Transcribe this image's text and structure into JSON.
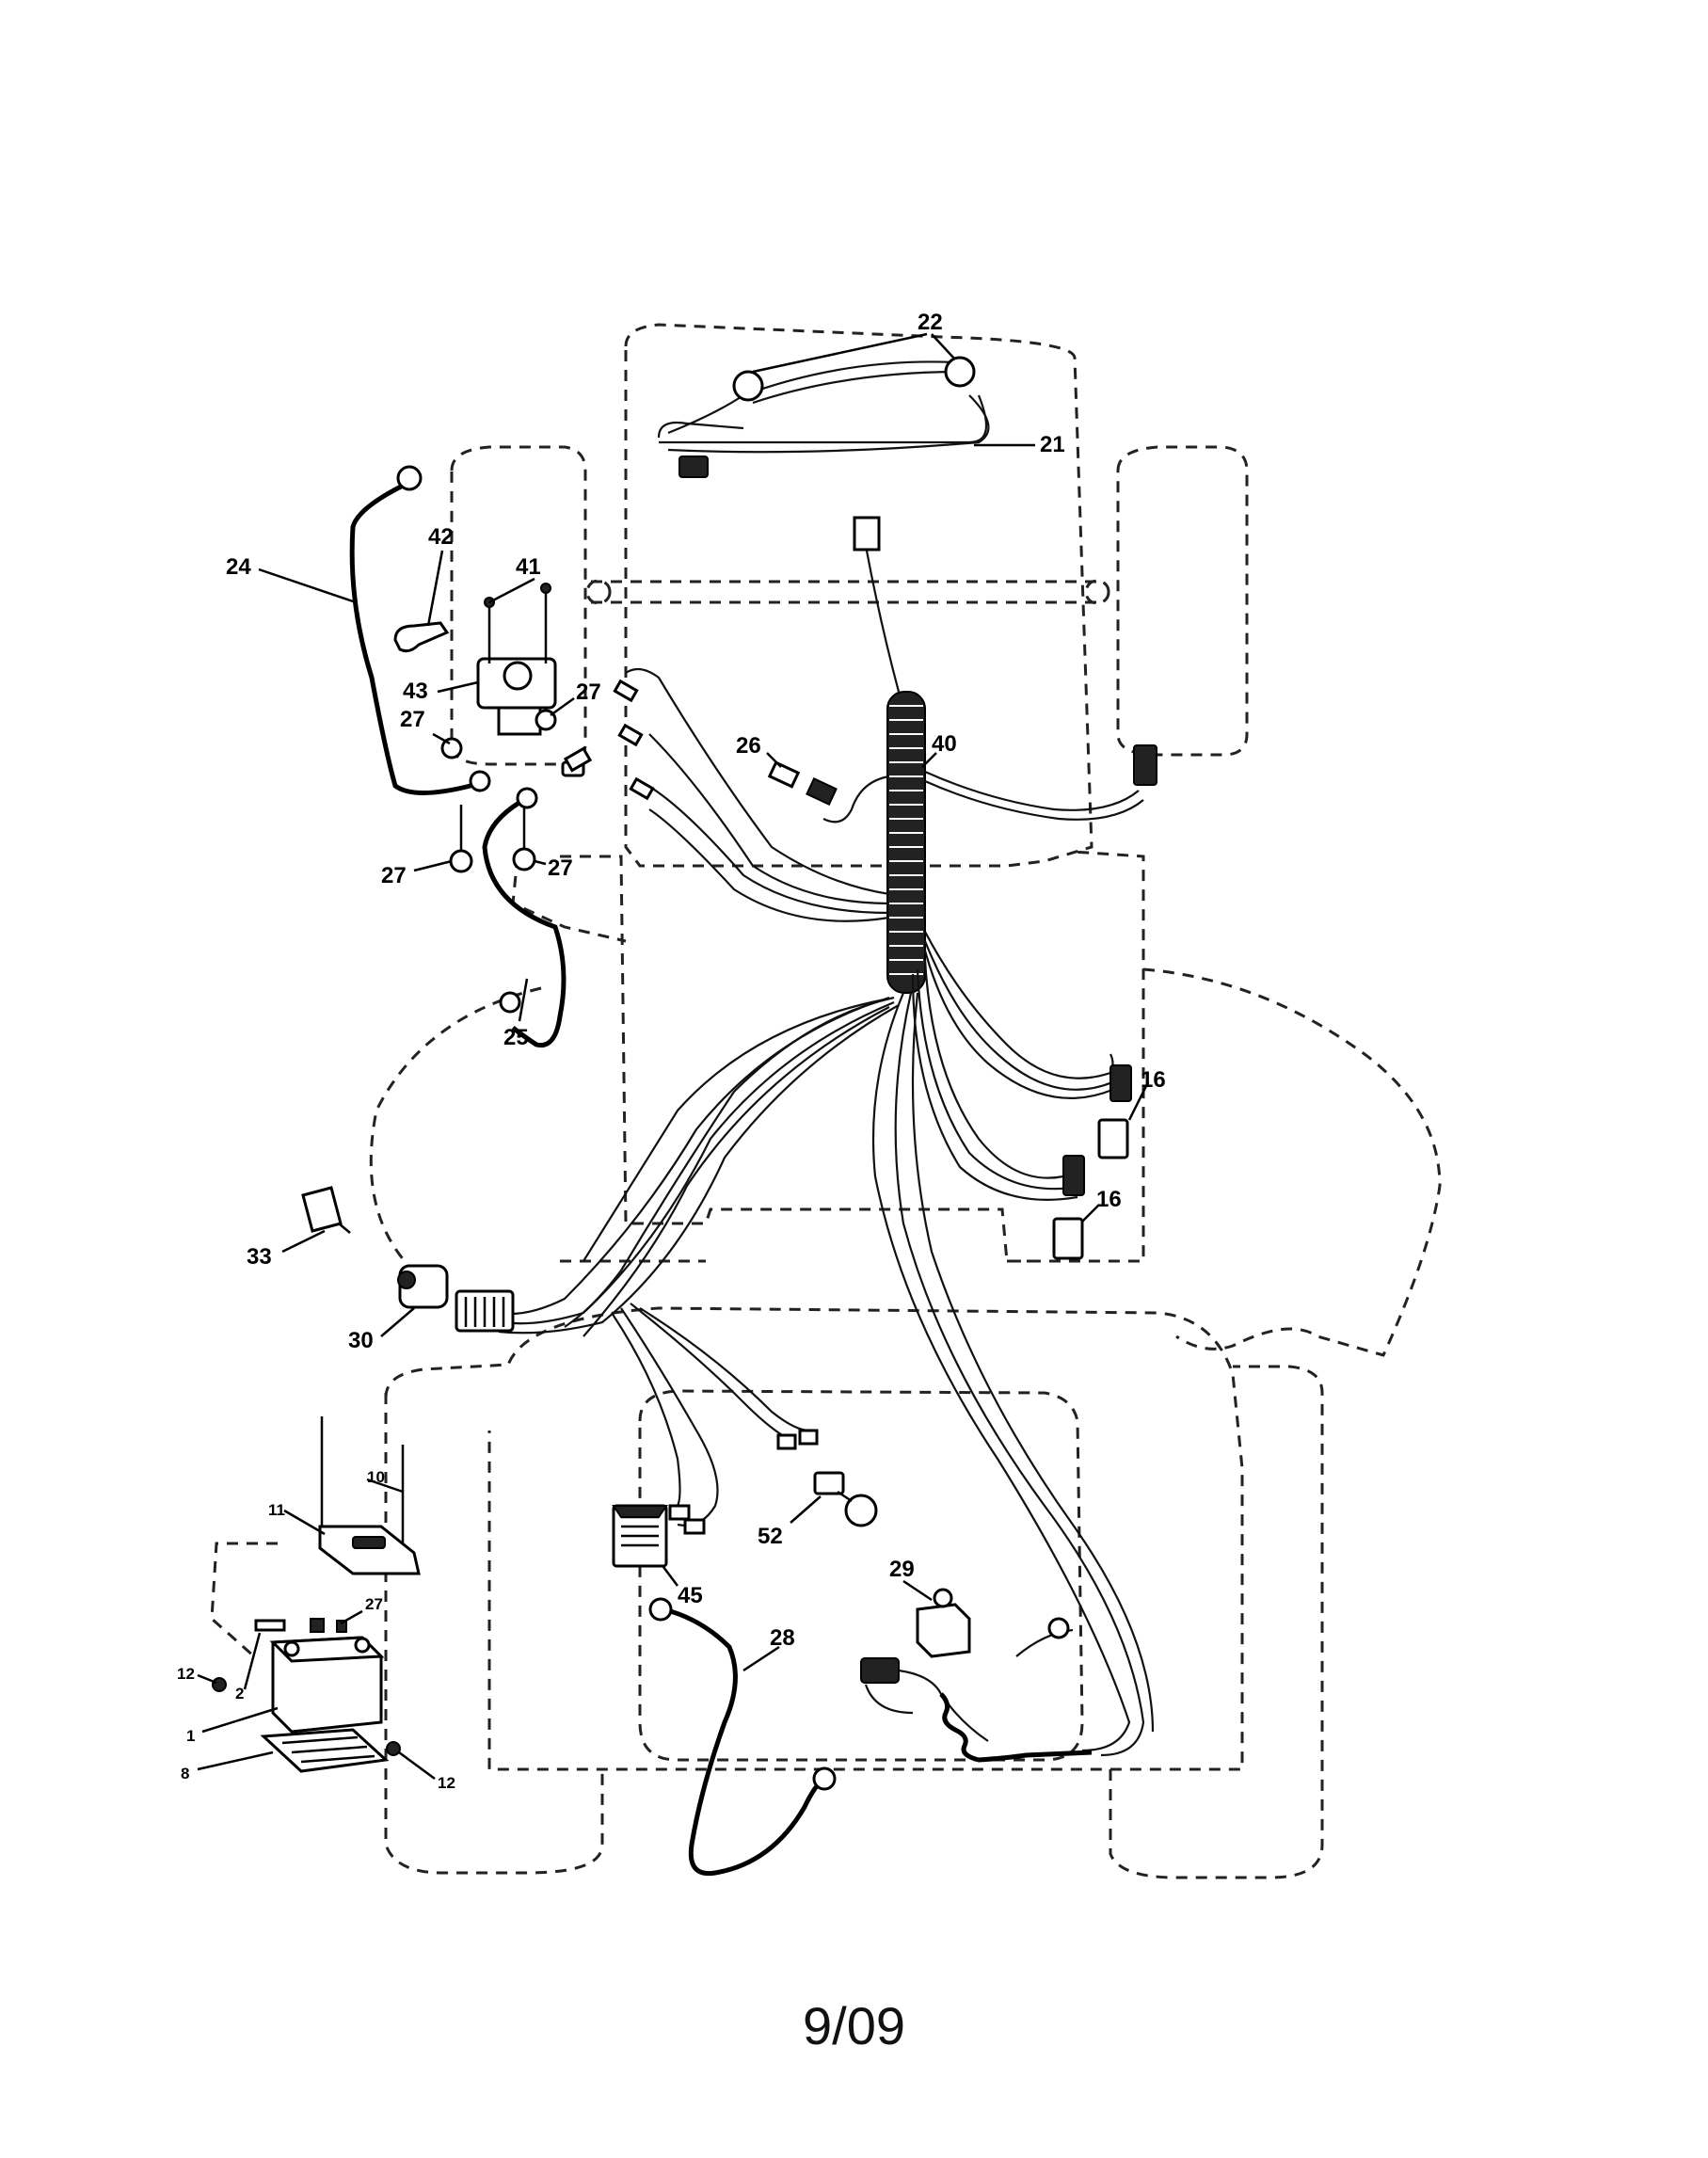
{
  "callouts": [
    {
      "id": "c22",
      "text": "22"
    },
    {
      "id": "c21",
      "text": "21"
    },
    {
      "id": "c24",
      "text": "24"
    },
    {
      "id": "c42",
      "text": "42"
    },
    {
      "id": "c41",
      "text": "41"
    },
    {
      "id": "c43",
      "text": "43"
    },
    {
      "id": "c27a",
      "text": "27"
    },
    {
      "id": "c27b",
      "text": "27"
    },
    {
      "id": "c27c",
      "text": "27"
    },
    {
      "id": "c27d",
      "text": "27"
    },
    {
      "id": "c26",
      "text": "26"
    },
    {
      "id": "c40",
      "text": "40"
    },
    {
      "id": "c25",
      "text": "25"
    },
    {
      "id": "c16a",
      "text": "16"
    },
    {
      "id": "c16b",
      "text": "16"
    },
    {
      "id": "c33",
      "text": "33"
    },
    {
      "id": "c30",
      "text": "30"
    },
    {
      "id": "c10",
      "text": "10"
    },
    {
      "id": "c11",
      "text": "11"
    },
    {
      "id": "c27e",
      "text": "27"
    },
    {
      "id": "c12a",
      "text": "12"
    },
    {
      "id": "c2",
      "text": "2"
    },
    {
      "id": "c1",
      "text": "1"
    },
    {
      "id": "c8",
      "text": "8"
    },
    {
      "id": "c12b",
      "text": "12"
    },
    {
      "id": "c52",
      "text": "52"
    },
    {
      "id": "c45",
      "text": "45"
    },
    {
      "id": "c29",
      "text": "29"
    },
    {
      "id": "c28",
      "text": "28"
    }
  ],
  "page_label": "9/09"
}
